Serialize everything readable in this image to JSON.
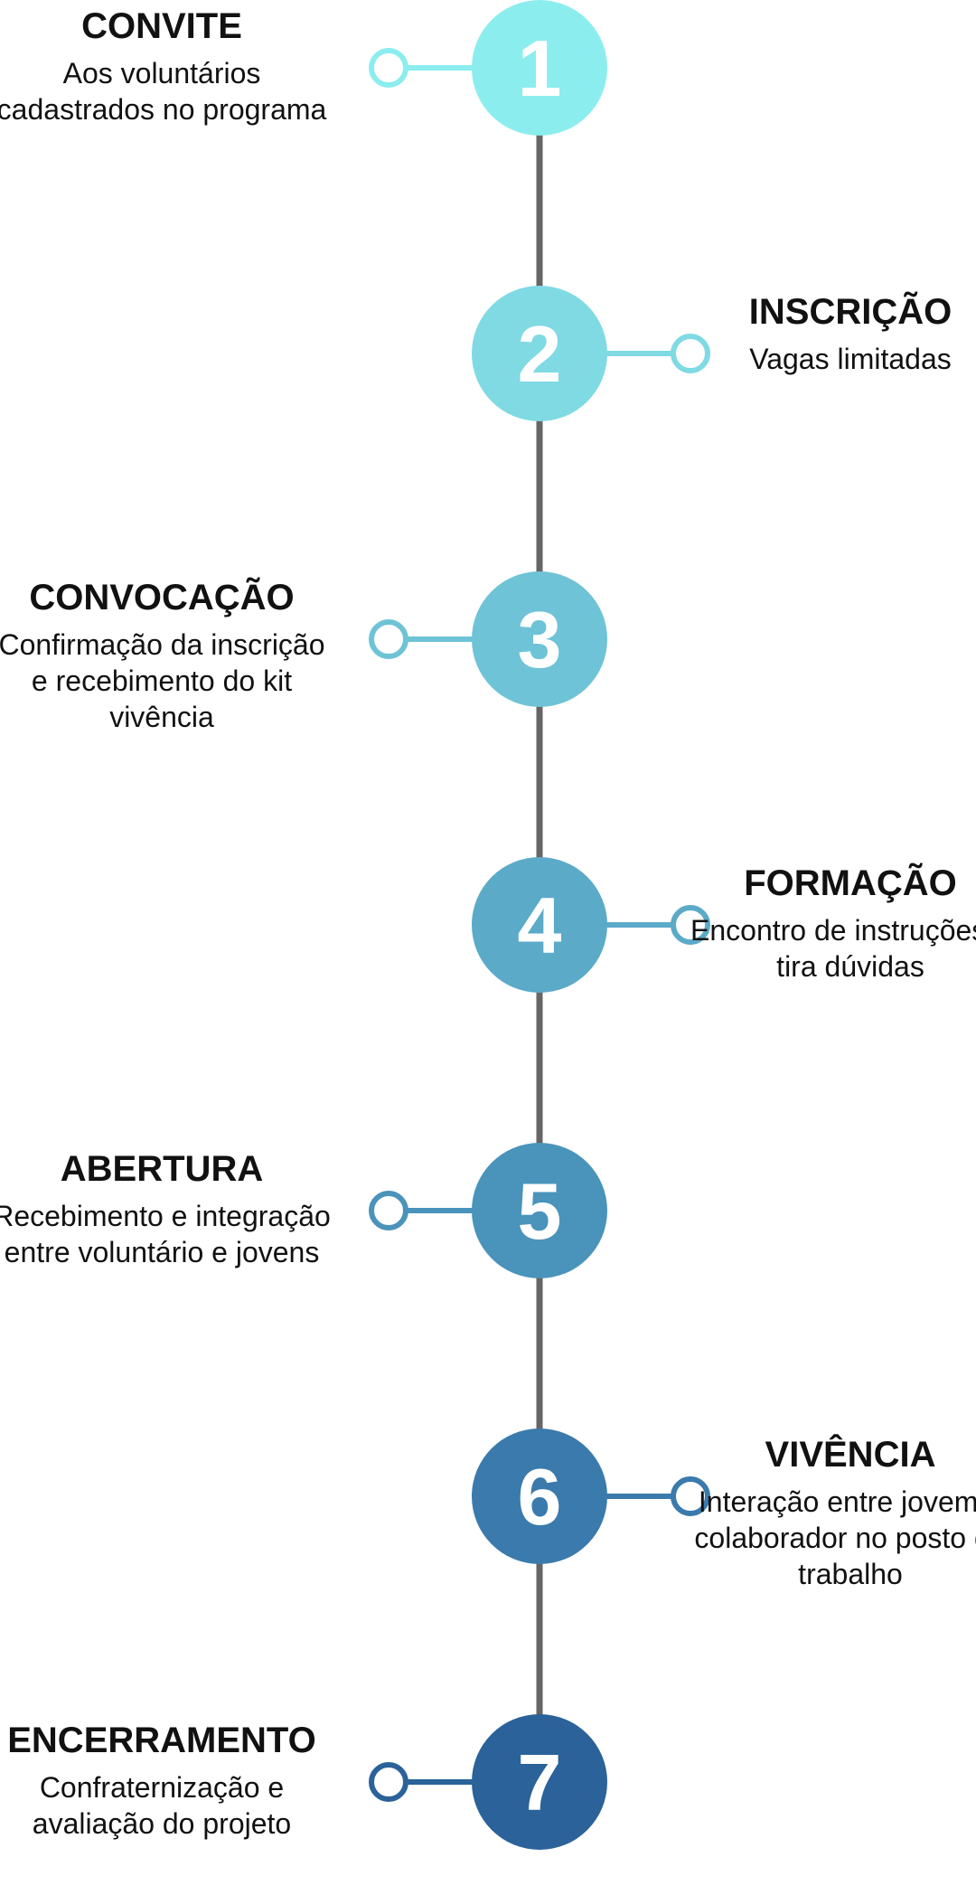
{
  "steps": [
    {
      "number": "1",
      "title": "CONVITE",
      "description": "Aos voluntários cadastrados no programa",
      "side": "left",
      "color": "#8CEDEE"
    },
    {
      "number": "2",
      "title": "INSCRIÇÃO",
      "description": "Vagas limitadas",
      "side": "right",
      "color": "#7FDAE3"
    },
    {
      "number": "3",
      "title": "CONVOCAÇÃO",
      "description": "Confirmação da inscrição e recebimento do kit vivência",
      "side": "left",
      "color": "#6EC3D6"
    },
    {
      "number": "4",
      "title": "FORMAÇÃO",
      "description": "Encontro de instruções e tira dúvidas",
      "side": "right",
      "color": "#5BAAC8"
    },
    {
      "number": "5",
      "title": "ABERTURA",
      "description": "Recebimento e integração entre voluntário e jovens",
      "side": "left",
      "color": "#4A93BB"
    },
    {
      "number": "6",
      "title": "VIVÊNCIA",
      "description": "Interação entre jovem e colaborador no posto de trabalho",
      "side": "right",
      "color": "#3A7AAC"
    },
    {
      "number": "7",
      "title": "ENCERRAMENTO",
      "description": "Confraternização e avaliação do projeto",
      "side": "left",
      "color": "#2A6299"
    }
  ],
  "line_color": "#666666"
}
